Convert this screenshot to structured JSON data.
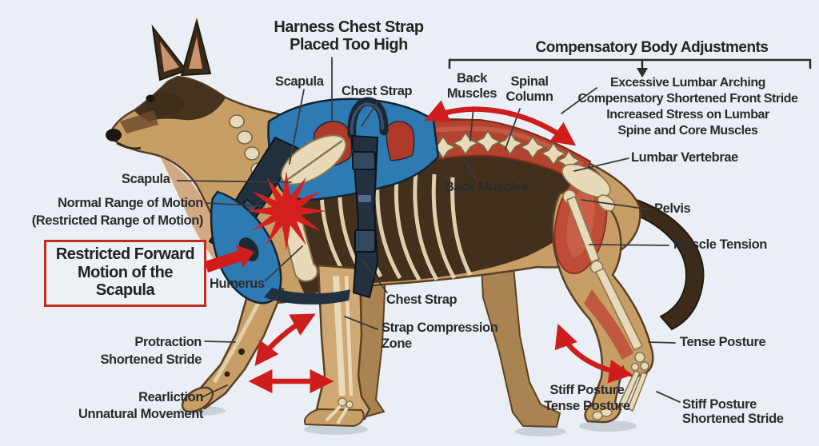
{
  "title": "Harness Chest Strap\nPlaced Too High",
  "compensatory": {
    "heading": "Compensatory Body Adjustments",
    "details": "Excessive Lumbar Arching\nCompensatory Shortened Front Stride\nIncreased Stress on Lumbar\nSpine and Core Muscles"
  },
  "callouts": {
    "scapula_top": "Scapula",
    "chest_strap_top": "Chest Strap",
    "back_muscles_top": "Back\nMuscles",
    "spinal_column": "Spinal\nColumn",
    "lumbar_vertebrae": "Lumbar Vertebrae",
    "scapula_left": "Scapula",
    "range_of_motion": "Normal Range of Motion\n(Restricted Range of Motion)",
    "restricted_box": "Restricted Forward\nMotion of the\nScapula",
    "humerus": "Humerus",
    "back_muscles_mid": "Back Muscles",
    "pelvis": "Pelvis",
    "muscle_tension": "Muscle Tension",
    "chest_strap_low": "Chest Strap",
    "strap_compression": "Strap Compression\nZone",
    "protraction": "Protraction\nShortened Stride",
    "restriction": "Rearliction\nUnnatural Movement",
    "tense_posture": "Tense Posture",
    "stiff_tense": "Stiff Posture\nTense Posture",
    "stiff_shortened": "Stiff Posture\nShortened Stride"
  },
  "colors": {
    "background": "#e9eff4",
    "accent_red": "#cf1d1d",
    "harness_blue": "#2e7ab3",
    "muscle_red": "#b3432e",
    "bone": "#e8dab8",
    "text": "#2b2b2b"
  },
  "subject": "German Shepherd harness fit anatomy diagram"
}
